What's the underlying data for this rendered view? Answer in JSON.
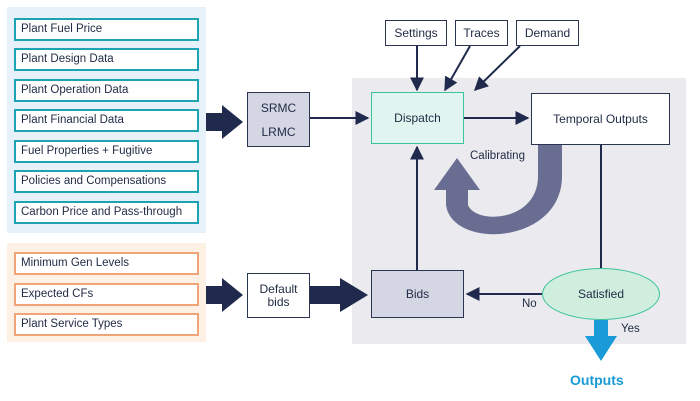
{
  "fuel_inputs": [
    "Plant Fuel Price",
    "Plant Design Data",
    "Plant Operation Data",
    "Plant Financial Data",
    "Fuel Properties + Fugitive",
    "Policies and Compensations",
    "Carbon Price and Pass-through"
  ],
  "bid_inputs": [
    "Minimum Gen Levels",
    "Expected CFs",
    "Plant Service Types"
  ],
  "cost": {
    "srmc": "SRMC",
    "lrmc": "LRMC"
  },
  "default_bids": {
    "line1": "Default",
    "line2": "bids"
  },
  "top": {
    "settings": "Settings",
    "traces": "Traces",
    "demand": "Demand"
  },
  "dispatch": "Dispatch",
  "temporal_outputs": "Temporal Outputs",
  "calibrating": "Calibrating",
  "bids": "Bids",
  "satisfied": "Satisfied",
  "no": "No",
  "yes": "Yes",
  "outputs": "Outputs",
  "colors": {
    "dark_navy": "#1f2a4d",
    "calibrating_loop": "#6a6d92",
    "outputs_blue": "#1a9ad6",
    "teal_border": "#1ea3b3",
    "orange_border": "#f0a477"
  }
}
